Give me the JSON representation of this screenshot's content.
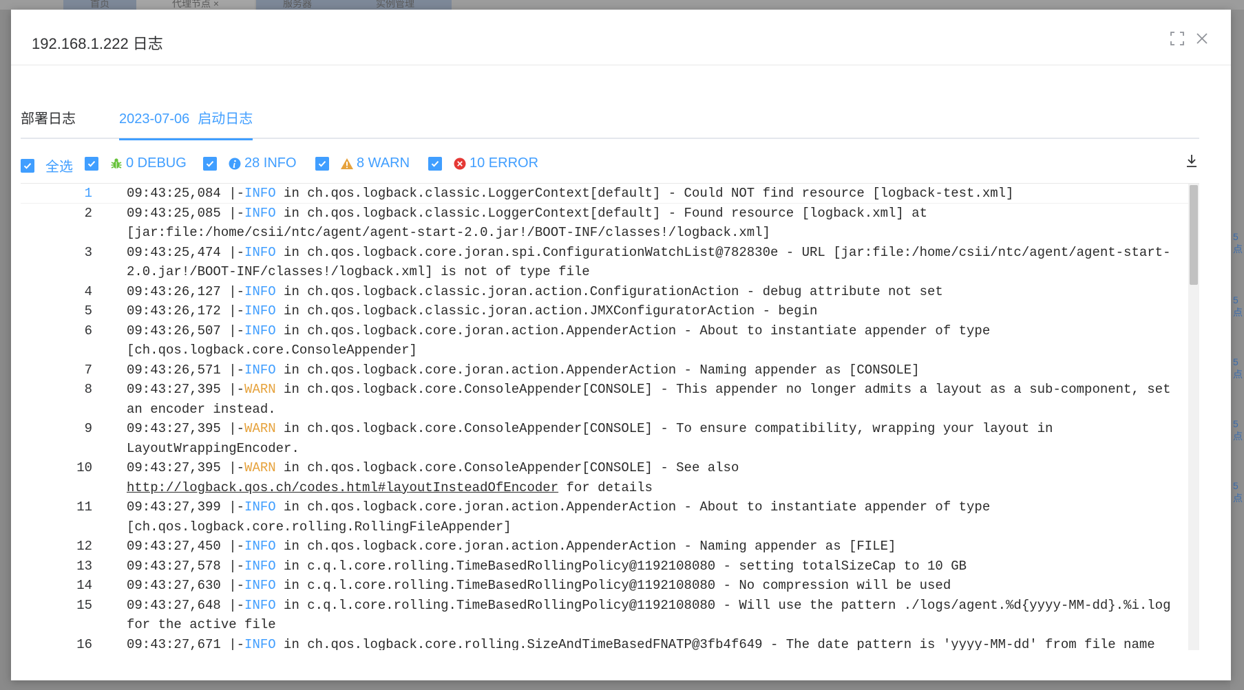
{
  "background": {
    "tabs": [
      "首页",
      "代理节点 ×",
      "服务器",
      "实例管理"
    ],
    "right_marks": [
      "5点",
      "5点",
      "5点",
      "5点",
      "5点"
    ]
  },
  "modal": {
    "title": "192.168.1.222 日志",
    "fullscreen_icon": "fullscreen-icon",
    "close_icon": "close-icon"
  },
  "tabs": [
    {
      "label": "部署日志",
      "active": false
    },
    {
      "date": "2023-07-06",
      "label": "启动日志",
      "active": true
    }
  ],
  "filters": {
    "select_all": "全选",
    "debug": "0 DEBUG",
    "info": "28 INFO",
    "warn": "8 WARN",
    "error": "10 ERROR"
  },
  "colors": {
    "accent": "#409eff",
    "warn": "#e6a23c",
    "debug": "#67c23a",
    "error": "#e53935"
  },
  "log_lines": [
    {
      "n": "1",
      "time": "09:43:25,084",
      "sep": " |-",
      "level": "INFO",
      "text": " in ch.qos.logback.classic.LoggerContext[default] - Could NOT find resource [logback-test.xml]"
    },
    {
      "n": "2",
      "time": "09:43:25,085",
      "sep": " |-",
      "level": "INFO",
      "text": " in ch.qos.logback.classic.LoggerContext[default] - Found resource [logback.xml] at [jar:file:/home/csii/ntc/agent/agent-start-2.0.jar!/BOOT-INF/classes!/logback.xml]"
    },
    {
      "n": "3",
      "time": "09:43:25,474",
      "sep": " |-",
      "level": "INFO",
      "text": " in ch.qos.logback.core.joran.spi.ConfigurationWatchList@782830e - URL [jar:file:/home/csii/ntc/agent/agent-start-2.0.jar!/BOOT-INF/classes!/logback.xml] is not of type file"
    },
    {
      "n": "4",
      "time": "09:43:26,127",
      "sep": " |-",
      "level": "INFO",
      "text": " in ch.qos.logback.classic.joran.action.ConfigurationAction - debug attribute not set"
    },
    {
      "n": "5",
      "time": "09:43:26,172",
      "sep": " |-",
      "level": "INFO",
      "text": " in ch.qos.logback.classic.joran.action.JMXConfiguratorAction - begin"
    },
    {
      "n": "6",
      "time": "09:43:26,507",
      "sep": " |-",
      "level": "INFO",
      "text": " in ch.qos.logback.core.joran.action.AppenderAction - About to instantiate appender of type [ch.qos.logback.core.ConsoleAppender]"
    },
    {
      "n": "7",
      "time": "09:43:26,571",
      "sep": " |-",
      "level": "INFO",
      "text": " in ch.qos.logback.core.joran.action.AppenderAction - Naming appender as [CONSOLE]"
    },
    {
      "n": "8",
      "time": "09:43:27,395",
      "sep": " |-",
      "level": "WARN",
      "text": " in ch.qos.logback.core.ConsoleAppender[CONSOLE] - This appender no longer admits a layout as a sub-component, set an encoder instead."
    },
    {
      "n": "9",
      "time": "09:43:27,395",
      "sep": " |-",
      "level": "WARN",
      "text": " in ch.qos.logback.core.ConsoleAppender[CONSOLE] - To ensure compatibility, wrapping your layout in LayoutWrappingEncoder."
    },
    {
      "n": "10",
      "time": "09:43:27,395",
      "sep": " |-",
      "level": "WARN",
      "text": " in ch.qos.logback.core.ConsoleAppender[CONSOLE] - See also ",
      "link": "http://logback.qos.ch/codes.html#layoutInsteadOfEncoder",
      "after": " for details"
    },
    {
      "n": "11",
      "time": "09:43:27,399",
      "sep": " |-",
      "level": "INFO",
      "text": " in ch.qos.logback.core.joran.action.AppenderAction - About to instantiate appender of type [ch.qos.logback.core.rolling.RollingFileAppender]"
    },
    {
      "n": "12",
      "time": "09:43:27,450",
      "sep": " |-",
      "level": "INFO",
      "text": " in ch.qos.logback.core.joran.action.AppenderAction - Naming appender as [FILE]"
    },
    {
      "n": "13",
      "time": "09:43:27,578",
      "sep": " |-",
      "level": "INFO",
      "text": " in c.q.l.core.rolling.TimeBasedRollingPolicy@1192108080 - setting totalSizeCap to 10 GB"
    },
    {
      "n": "14",
      "time": "09:43:27,630",
      "sep": " |-",
      "level": "INFO",
      "text": " in c.q.l.core.rolling.TimeBasedRollingPolicy@1192108080 - No compression will be used"
    },
    {
      "n": "15",
      "time": "09:43:27,648",
      "sep": " |-",
      "level": "INFO",
      "text": " in c.q.l.core.rolling.TimeBasedRollingPolicy@1192108080 - Will use the pattern ./logs/agent.%d{yyyy-MM-dd}.%i.log for the active file"
    },
    {
      "n": "16",
      "time": "09:43:27,671",
      "sep": " |-",
      "level": "INFO",
      "text": " in ch.qos.logback.core.rolling.SizeAndTimeBasedFNATP@3fb4f649 - The date pattern is 'yyyy-MM-dd' from file name"
    }
  ]
}
